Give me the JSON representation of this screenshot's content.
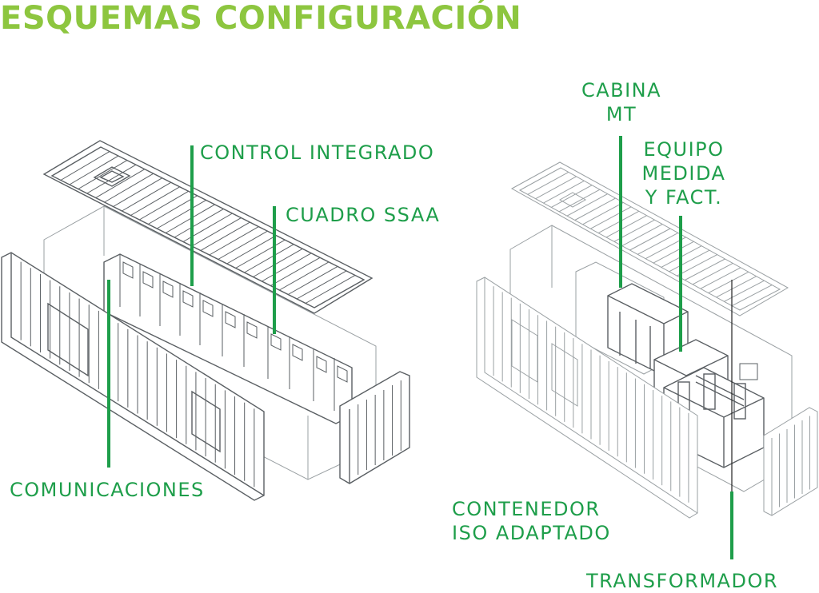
{
  "title": "ESQUEMAS CONFIGURACIÓN",
  "labels": {
    "control_integrado": "CONTROL INTEGRADO",
    "cuadro_ssaa": "CUADRO SSAA",
    "comunicaciones": "COMUNICACIONES",
    "cabina_mt_line1": "CABINA",
    "cabina_mt_line2": "MT",
    "equipo_line1": "EQUIPO",
    "equipo_line2": "MEDIDA",
    "equipo_line3": "Y FACT.",
    "contenedor_line1": "CONTENEDOR",
    "contenedor_line2": "ISO ADAPTADO",
    "transformador": "TRANSFORMADOR"
  },
  "colors": {
    "title": "#8dc63f",
    "labels": "#1e9e4a",
    "drawing": "#5a5f63"
  }
}
